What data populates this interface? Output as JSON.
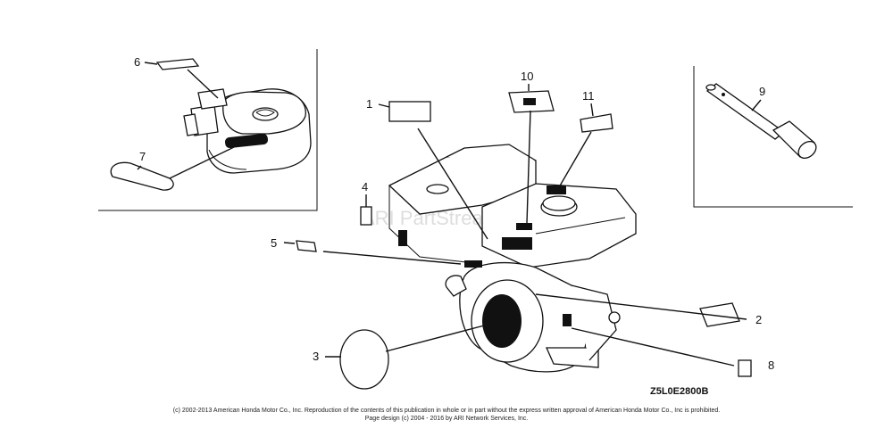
{
  "diagram": {
    "callouts": [
      {
        "id": "c1",
        "label": "1"
      },
      {
        "id": "c2",
        "label": "2"
      },
      {
        "id": "c3",
        "label": "3"
      },
      {
        "id": "c4",
        "label": "4"
      },
      {
        "id": "c5",
        "label": "5"
      },
      {
        "id": "c6",
        "label": "6"
      },
      {
        "id": "c7",
        "label": "7"
      },
      {
        "id": "c8",
        "label": "8"
      },
      {
        "id": "c9",
        "label": "9"
      },
      {
        "id": "c10",
        "label": "10"
      },
      {
        "id": "c11",
        "label": "11"
      }
    ],
    "drawing_code": "Z5L0E2800B",
    "watermark": "ARI PartStream"
  },
  "footer": {
    "line1": "(c) 2002-2013 American Honda Motor Co., Inc. Reproduction of the contents of this publication in whole or in part without the express written approval of American Honda Motor Co., Inc is prohibited.",
    "line2": "Page design (c) 2004 - 2016 by ARI Network Services, Inc."
  }
}
